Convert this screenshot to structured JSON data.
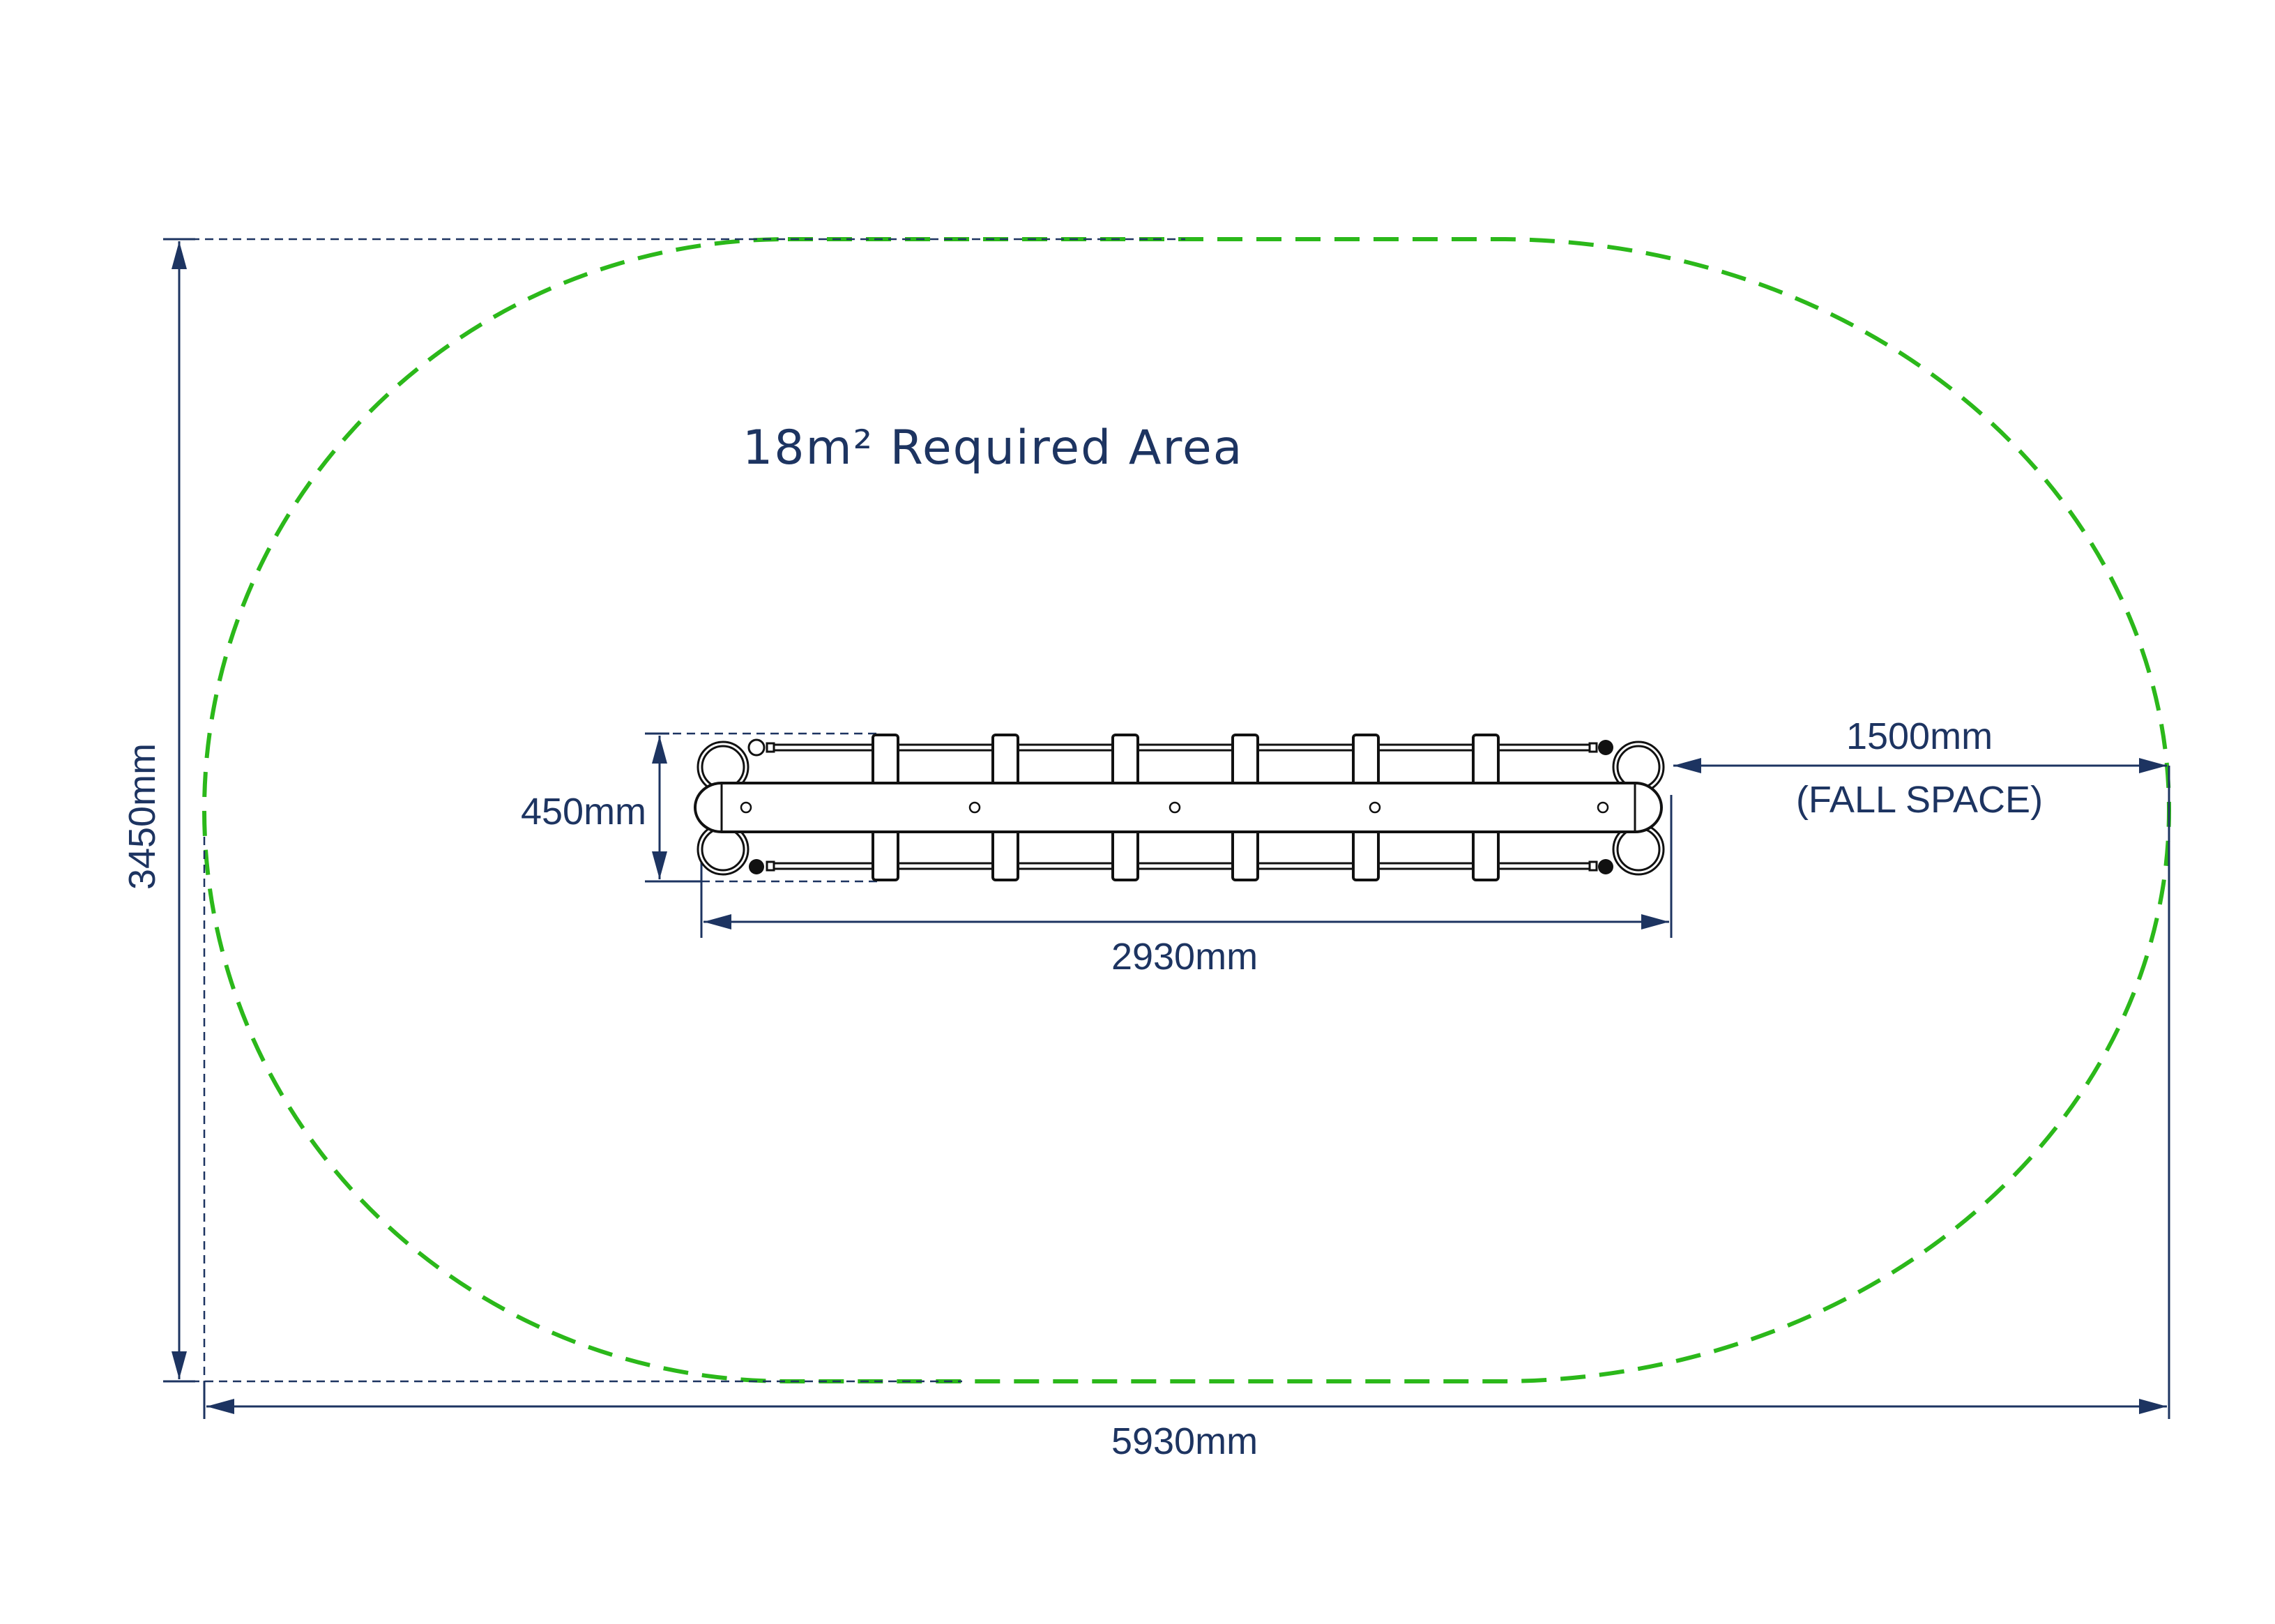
{
  "title": "18m² Required Area",
  "dimensions": {
    "overall_length": "5930mm",
    "overall_width": "3450mm",
    "equipment_length": "2930mm",
    "equipment_width": "450mm",
    "fall_space_value": "1500mm",
    "fall_space_label": "(FALL SPACE)"
  },
  "colors": {
    "dimension": "#1d3461",
    "fall_zone": "#2bb81a",
    "equipment": "#111111"
  }
}
